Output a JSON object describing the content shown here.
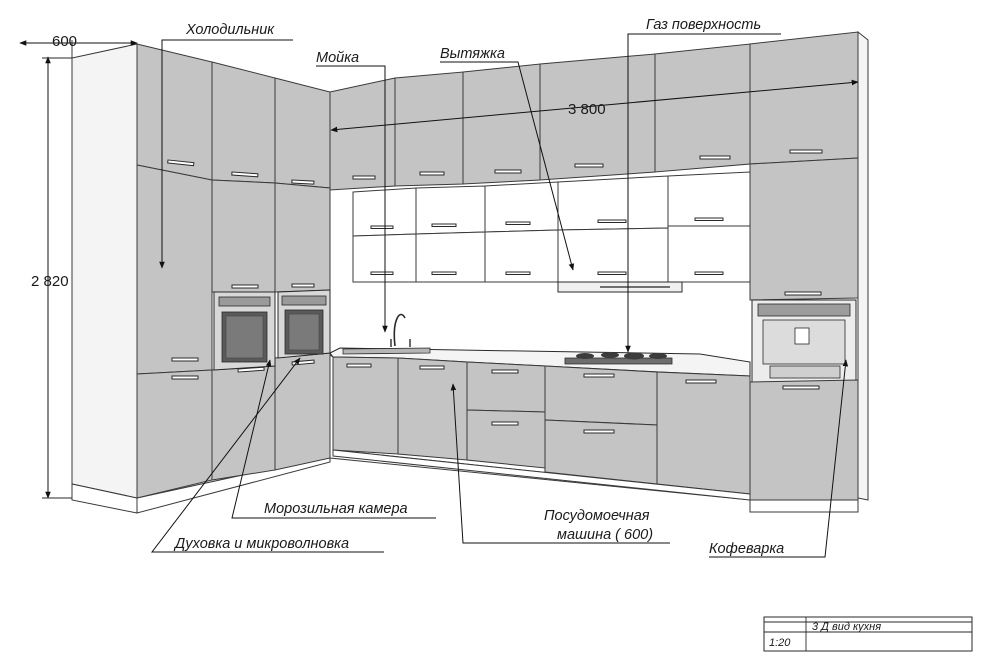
{
  "dimensions": {
    "depth": "600",
    "height": "2 820",
    "width": "3 800"
  },
  "labels": {
    "fridge": "Холодильник",
    "sink": "Мойка",
    "hood": "Вытяжка",
    "gas_hob": "Газ поверхность",
    "freezer": "Морозильная камера",
    "oven_microwave": "Духовка и микроволновка",
    "dishwasher_line1": "Посудомоечная",
    "dishwasher_line2": "машина ( 600)",
    "coffee_machine": "Кофеварка"
  },
  "title_block": {
    "title": "3 Д вид кухня",
    "scale": "1:20"
  },
  "colors": {
    "cabinet_fill": "#c4c4c4",
    "line": "#3a3a3a",
    "background": "#ffffff"
  }
}
